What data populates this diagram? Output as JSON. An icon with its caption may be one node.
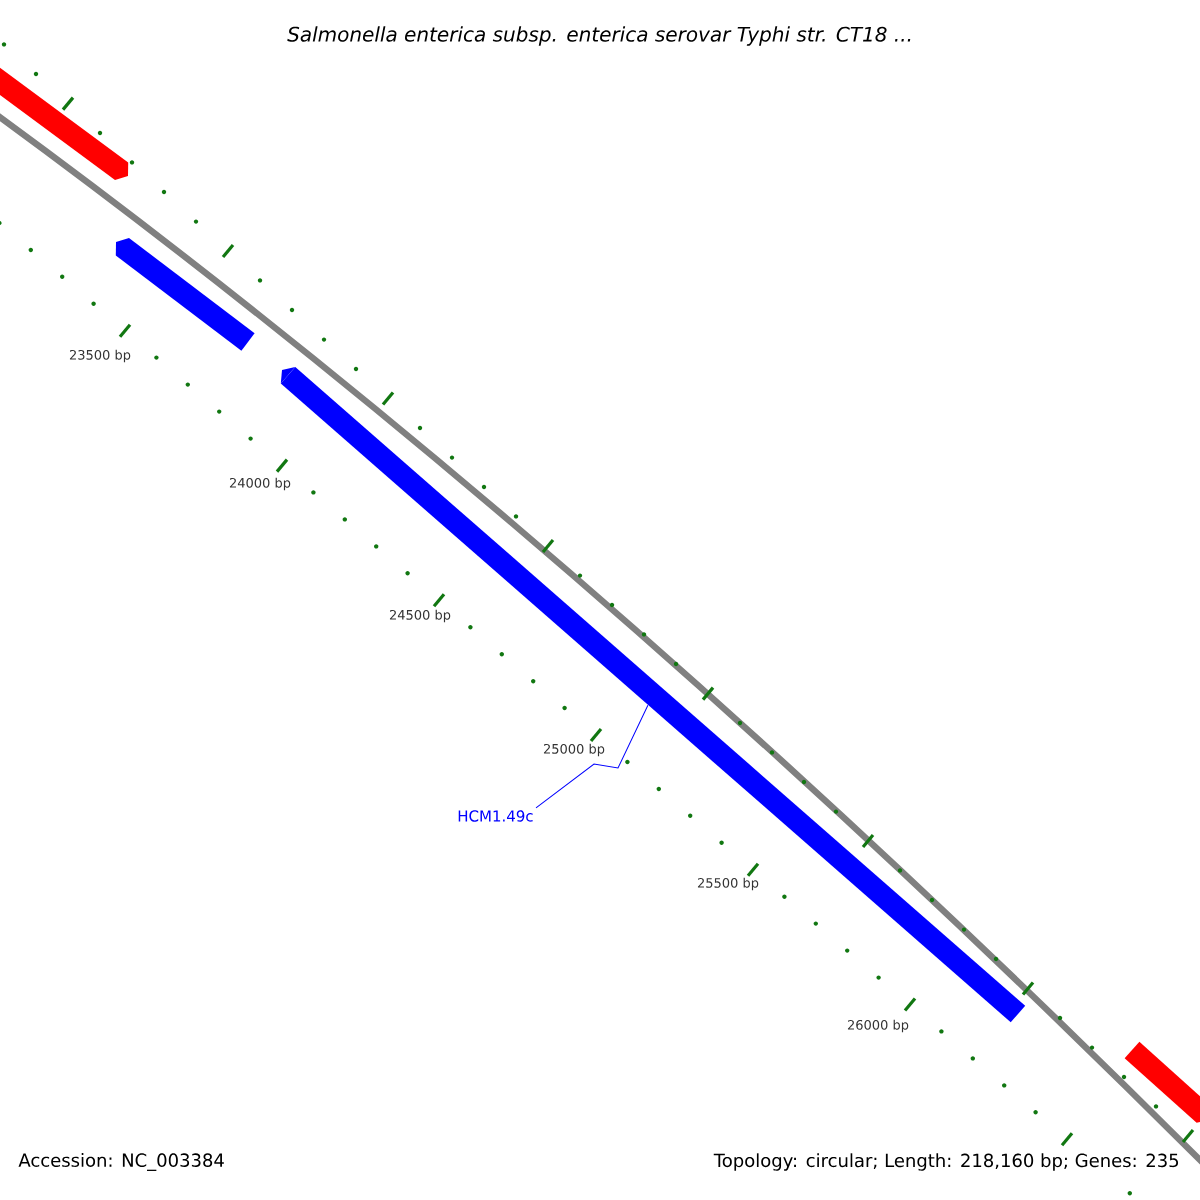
{
  "diagram": {
    "title": "*Salmonella enterica* subsp. *enterica* serovar *Typhi* str. CT18 ...",
    "nodes": [
      {
        "text": [
          "HCM1.49c"
        ]
      },
      {
        "text": [],
        "shape": "bar"
      }
    ],
    "edges": [
      {
        "from": 0,
        "to": 1,
        "arrow": "none"
      }
    ],
    "labels": [
      "23500 bp",
      "24000 bp",
      "24500 bp",
      "25000 bp",
      "25500 bp",
      "26000 bp",
      "Accession: NC_003384",
      "Topology: circular; Length: 218,160 bp; Genes: 235"
    ]
  }
}
